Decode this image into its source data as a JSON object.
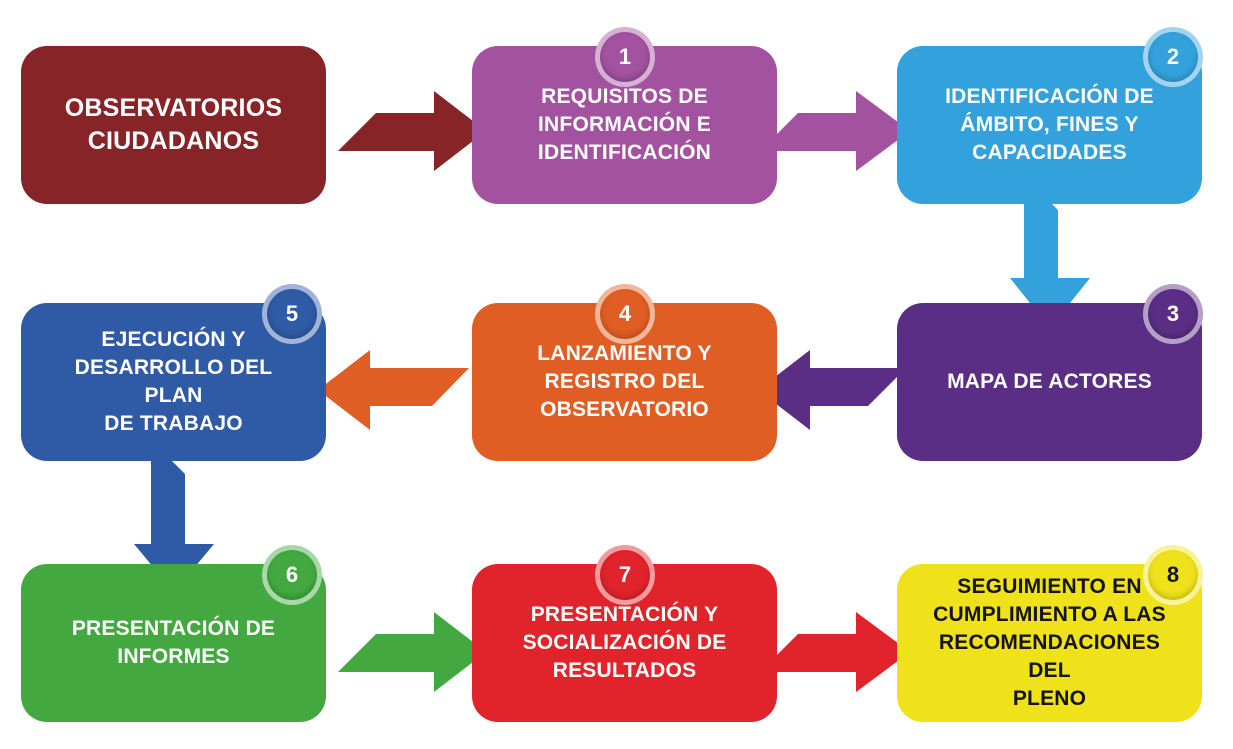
{
  "colors": {
    "observatorios": "#862427",
    "step1": "#a2529e",
    "step2": "#33a1db",
    "step3": "#5a2e84",
    "step4": "#e05e24",
    "step5": "#2f5aa6",
    "step6": "#42a83f",
    "step7": "#e1232b",
    "step8": "#efe21b"
  },
  "nodes": {
    "start": {
      "label": "OBSERVATORIOS\nCIUDADANOS"
    },
    "s1": {
      "number": "1",
      "label": "REQUISITOS DE\nINFORMACIÓN E\nIDENTIFICACIÓN"
    },
    "s2": {
      "number": "2",
      "label": "IDENTIFICACIÓN DE\nÁMBITO, FINES Y\nCAPACIDADES"
    },
    "s3": {
      "number": "3",
      "label": "MAPA DE ACTORES"
    },
    "s4": {
      "number": "4",
      "label": "LANZAMIENTO Y\nREGISTRO DEL\nOBSERVATORIO"
    },
    "s5": {
      "number": "5",
      "label": "EJECUCIÓN Y\nDESARROLLO DEL PLAN\nDE TRABAJO"
    },
    "s6": {
      "number": "6",
      "label": "PRESENTACIÓN DE\nINFORMES"
    },
    "s7": {
      "number": "7",
      "label": "PRESENTACIÓN Y\nSOCIALIZACIÓN DE\nRESULTADOS"
    },
    "s8": {
      "number": "8",
      "label": "SEGUIMIENTO EN\nCUMPLIMIENTO A LAS\nRECOMENDACIONES DEL\nPLENO"
    }
  },
  "arrows": [
    {
      "from": "start",
      "to": "s1",
      "color": "#862427"
    },
    {
      "from": "s1",
      "to": "s2",
      "color": "#a2529e"
    },
    {
      "from": "s2",
      "to": "s3",
      "color": "#33a1db"
    },
    {
      "from": "s3",
      "to": "s4",
      "color": "#5a2e84"
    },
    {
      "from": "s4",
      "to": "s5",
      "color": "#e05e24"
    },
    {
      "from": "s5",
      "to": "s6",
      "color": "#2f5aa6"
    },
    {
      "from": "s6",
      "to": "s7",
      "color": "#42a83f"
    },
    {
      "from": "s7",
      "to": "s8",
      "color": "#e1232b"
    }
  ]
}
